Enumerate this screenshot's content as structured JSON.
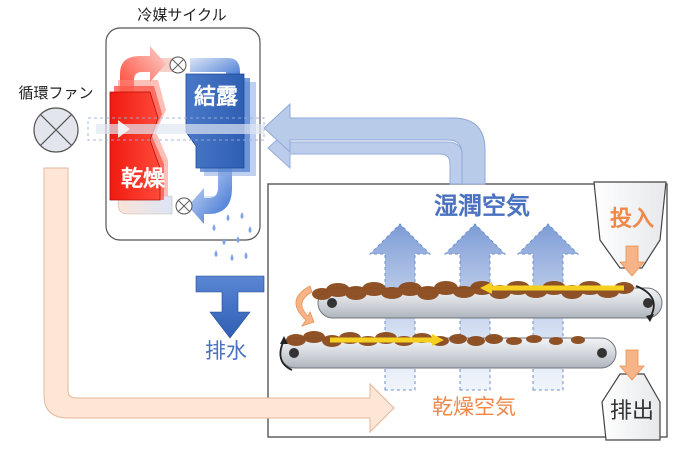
{
  "labels": {
    "refrigerant_cycle": "冷媒サイクル",
    "circulation_fan": "循環ファン",
    "condensation": "結露",
    "drying": "乾燥",
    "humid_air": "湿潤空気",
    "drainage": "排水",
    "dry_air": "乾燥空気",
    "input": "投入",
    "output": "排出"
  },
  "colors": {
    "drying_red": "#e8150f",
    "condense_blue": "#2f5fb3",
    "humid_air_blue": "#6d8fd0",
    "dry_air_orange": "#f0884a",
    "pale_blue_arrow": "#b8cbe9",
    "pale_orange_arrow": "#fde6d6",
    "belt_gray": "#c9cdd3",
    "waste_brown": "#8b4a1c",
    "belt_arrow_yellow": "#f5d020"
  },
  "icons": {
    "fan": "circle-x-fan-icon",
    "valve": "circle-x-valve-icon"
  }
}
